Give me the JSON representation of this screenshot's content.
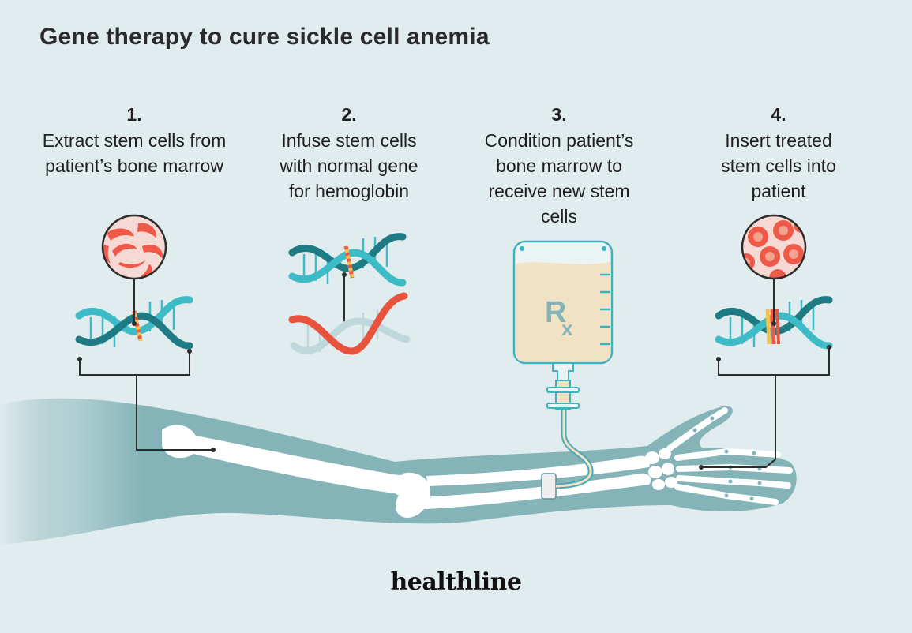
{
  "title": "Gene therapy to cure sickle cell anemia",
  "steps": [
    {
      "number": "1.",
      "text": "Extract stem cells from patient’s bone marrow"
    },
    {
      "number": "2.",
      "text": "Infuse stem cells with normal gene for hemoglobin"
    },
    {
      "number": "3.",
      "text": "Condition patient’s bone marrow to receive new stem cells"
    },
    {
      "number": "4.",
      "text": "Insert treated stem cells into patient"
    }
  ],
  "iv_bag": {
    "r": "R",
    "x": "x"
  },
  "brand": "healthline",
  "colors": {
    "background": "#e1ecee",
    "arm": "#84b4b8",
    "bone": "#ffffff",
    "dna_dark": "#1f7b83",
    "dna_light": "#3dbcc8",
    "dna_red": "#e8533d",
    "cell_red": "#ef5a48",
    "iv_fluid": "#f1e2c6"
  }
}
